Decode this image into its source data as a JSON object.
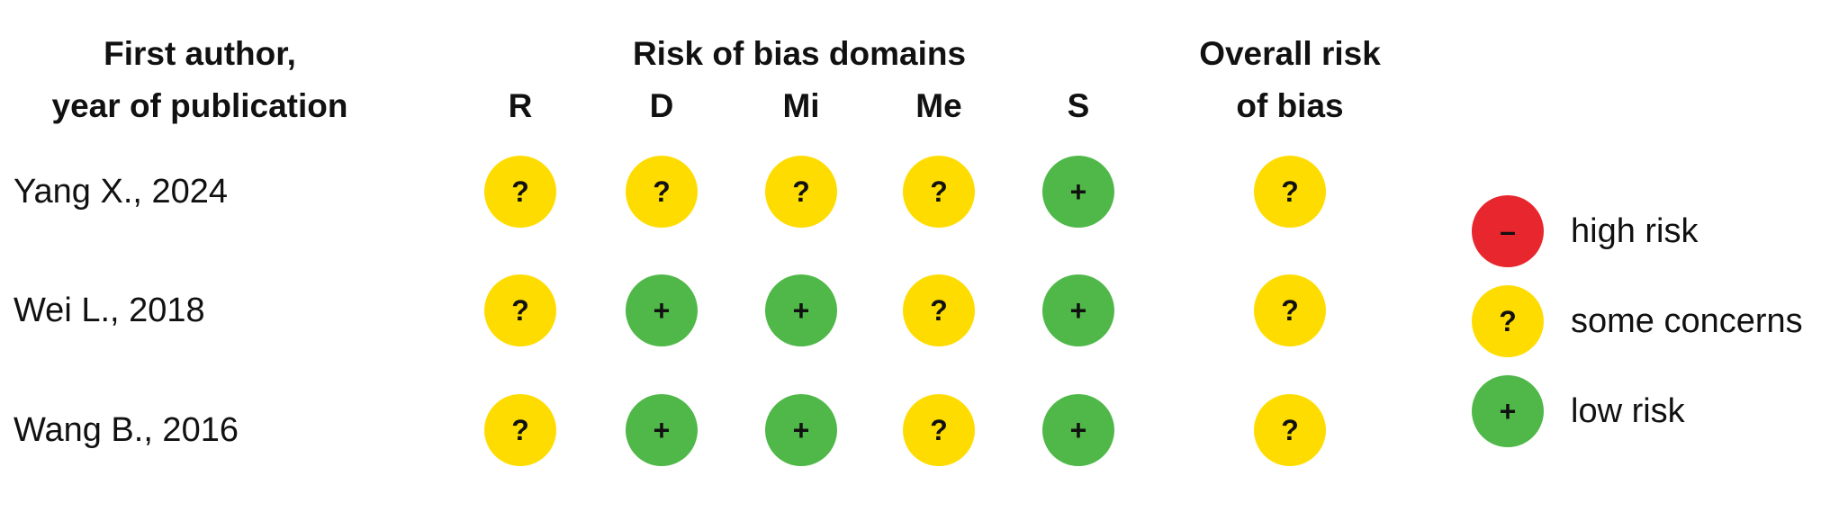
{
  "chart_data": {
    "type": "table",
    "title": "Risk of bias domains",
    "row_header": [
      "First author,",
      "year of publication"
    ],
    "overall_header": [
      "Overall risk",
      "of bias"
    ],
    "domains": [
      "R",
      "D",
      "Mi",
      "Me",
      "S"
    ],
    "studies": [
      {
        "label": "Yang X., 2024",
        "judgements": [
          "some",
          "some",
          "some",
          "some",
          "low"
        ],
        "overall": "some"
      },
      {
        "label": "Wei L., 2018",
        "judgements": [
          "some",
          "low",
          "low",
          "some",
          "low"
        ],
        "overall": "some"
      },
      {
        "label": "Wang B., 2016",
        "judgements": [
          "some",
          "low",
          "low",
          "some",
          "low"
        ],
        "overall": "some"
      }
    ],
    "legend": [
      {
        "key": "high",
        "label": "high risk",
        "symbol": "–",
        "color": "#e8262d"
      },
      {
        "key": "some",
        "label": "some concerns",
        "symbol": "?",
        "color": "#ffdc00"
      },
      {
        "key": "low",
        "label": "low risk",
        "symbol": "+",
        "color": "#4fb848"
      }
    ],
    "legend_placement": "right"
  }
}
